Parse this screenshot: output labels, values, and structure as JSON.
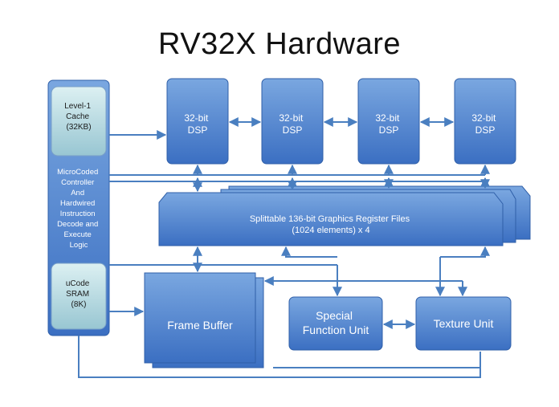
{
  "title": "RV32X Hardware",
  "colors": {
    "block_top": "#7aa7e0",
    "block_bottom": "#3b6fc2",
    "block_edge": "#2f5fa8",
    "inner_top": "#d8eef0",
    "inner_bottom": "#9dc9d4",
    "wire": "#4a7fc0"
  },
  "controller": {
    "cache_lines": [
      "Level-1",
      "Cache",
      "(32KB)"
    ],
    "body_lines": [
      "MicroCoded",
      "Controller",
      "And",
      "Hardwired",
      "Instruction",
      "Decode and",
      "Execute",
      "Logic"
    ],
    "sram_lines": [
      "uCode",
      "SRAM",
      "(8K)"
    ]
  },
  "dsps": [
    {
      "lines": [
        "32-bit",
        "DSP"
      ]
    },
    {
      "lines": [
        "32-bit",
        "DSP"
      ]
    },
    {
      "lines": [
        "32-bit",
        "DSP"
      ]
    },
    {
      "lines": [
        "32-bit",
        "DSP"
      ]
    }
  ],
  "register_files": {
    "lines": [
      "Splittable 136-bit Graphics Register Files",
      "(1024 elements) x 4"
    ]
  },
  "frame_buffer": {
    "label": "Frame Buffer"
  },
  "special_function_unit": {
    "lines": [
      "Special",
      "Function Unit"
    ]
  },
  "texture_unit": {
    "label": "Texture Unit"
  }
}
